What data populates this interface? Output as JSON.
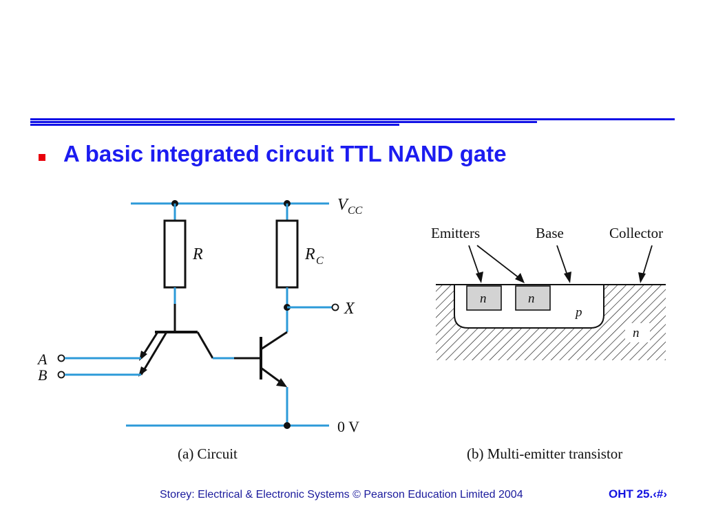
{
  "slide": {
    "heading": "A basic integrated circuit TTL NAND gate",
    "footer_credit": "Storey: Electrical & Electronic Systems © Pearson Education Limited 2004",
    "footer_page": "OHT 25.‹#›"
  },
  "colors": {
    "rule": "#1010e6",
    "bullet": "#e8000b",
    "heading": "#1c1cf0",
    "wire": "#2c9ad8",
    "component": "#111111",
    "emitter_fill": "#d3d3d3"
  },
  "circuit": {
    "caption": "(a) Circuit",
    "vcc_label": "V",
    "vcc_subscript": "CC",
    "ground_label": "0 V",
    "resistor_r_label": "R",
    "resistor_rc_label": "R",
    "resistor_rc_subscript": "C",
    "input_a_label": "A",
    "input_b_label": "B",
    "output_label": "X"
  },
  "transistor_section": {
    "caption": "(b) Multi-emitter transistor",
    "emitters_label": "Emitters",
    "base_label": "Base",
    "collector_label": "Collector",
    "emitter_1_doping": "n",
    "emitter_2_doping": "n",
    "base_doping": "p",
    "substrate_doping": "n"
  }
}
